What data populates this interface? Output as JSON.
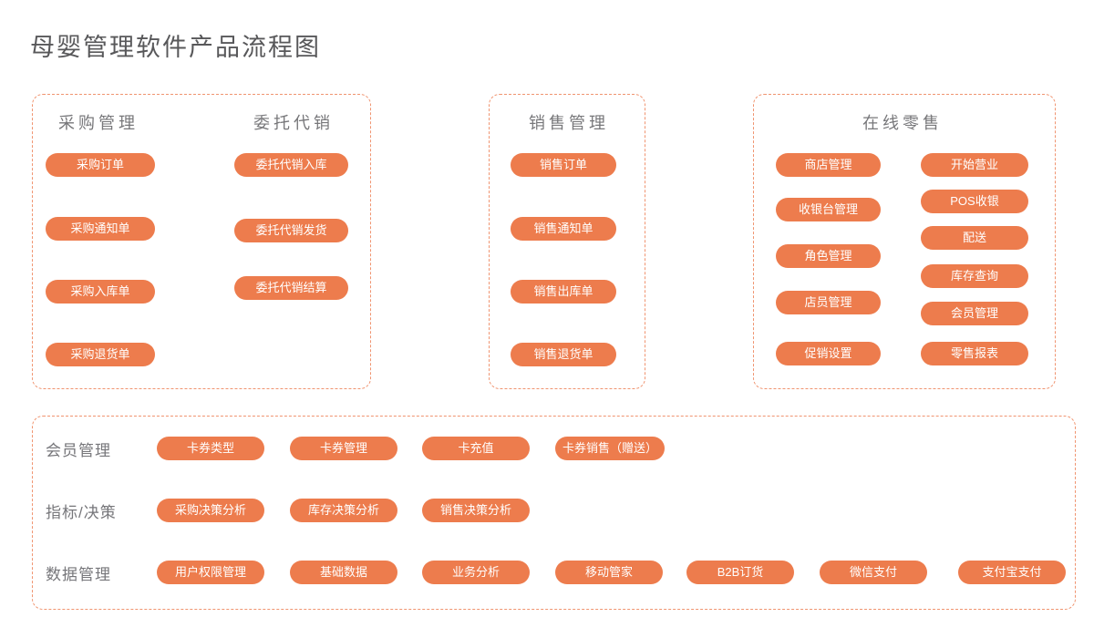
{
  "title": "母婴管理软件产品流程图",
  "colors": {
    "pill_fill": "#ED7C4D",
    "box_border": "#F09470",
    "heading_text": "#77777A",
    "title_text": "#58585A",
    "pill_text": "#FFFFFF"
  },
  "sections": {
    "purchase": {
      "heading": "采购管理",
      "items": [
        "采购订单",
        "采购通知单",
        "采购入库单",
        "采购退货单"
      ]
    },
    "consignment": {
      "heading": "委托代销",
      "items": [
        "委托代销入库",
        "委托代销发货",
        "委托代销结算"
      ]
    },
    "sales": {
      "heading": "销售管理",
      "items": [
        "销售订单",
        "销售通知单",
        "销售出库单",
        "销售退货单"
      ]
    },
    "retail": {
      "heading": "在线零售",
      "left_items": [
        "商店管理",
        "收银台管理",
        "角色管理",
        "店员管理",
        "促销设置"
      ],
      "right_items": [
        "开始营业",
        "POS收银",
        "配送",
        "库存查询",
        "会员管理",
        "零售报表"
      ]
    },
    "member": {
      "label": "会员管理",
      "items": [
        "卡券类型",
        "卡券管理",
        "卡充值",
        "卡券销售（赠送）"
      ]
    },
    "decision": {
      "label": "指标/决策",
      "items": [
        "采购决策分析",
        "库存决策分析",
        "销售决策分析"
      ]
    },
    "data": {
      "label": "数据管理",
      "items": [
        "用户权限管理",
        "基础数据",
        "业务分析",
        "移动管家",
        "B2B订货",
        "微信支付",
        "支付宝支付"
      ]
    }
  }
}
